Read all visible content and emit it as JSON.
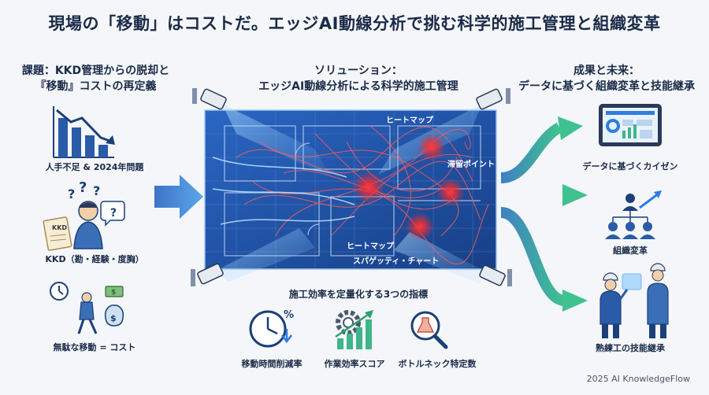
{
  "title": "現場の「移動」はコストだ。エッジAI動線分析で挑む科学的施工管理と組織変革",
  "left": {
    "heading_line1": "課題：KKD管理からの脱却と",
    "heading_line2": "『移動』コストの再定義",
    "items": [
      {
        "label": "人手不足 & 2024年問題",
        "icon": "declining-bar-chart-icon"
      },
      {
        "label": "KKD（勘・経験・度胸）",
        "icon": "confused-worker-icon"
      },
      {
        "label": "無駄な移動 = コスト",
        "icon": "walking-worker-money-icon"
      }
    ]
  },
  "center": {
    "heading_line1": "ソリューション：",
    "heading_line2": "エッジAI動線分析による科学的施工管理",
    "blueprint_labels": {
      "heatmap_top": "ヒートマップ",
      "dwell_point": "滞留ポイント",
      "heatmap_bottom": "ヒートマップ",
      "spaghetti": "スパゲッティ・チャート"
    },
    "kpi_heading": "施工効率を定量化する3つの指標",
    "kpis": [
      {
        "label": "移動時間削減率",
        "icon": "clock-percent-icon"
      },
      {
        "label": "作業効率スコア",
        "icon": "gear-growth-chart-icon"
      },
      {
        "label": "ボトルネック特定数",
        "icon": "magnifier-flask-icon"
      }
    ]
  },
  "right": {
    "heading_line1": "成果と未来：",
    "heading_line2": "データに基づく組織変革と技能継承",
    "items": [
      {
        "label": "データに基づくカイゼン",
        "icon": "dashboard-tablet-icon"
      },
      {
        "label": "組織変革",
        "icon": "org-chart-icon"
      },
      {
        "label": "熟練工の技能継承",
        "icon": "veteran-teaching-worker-icon"
      }
    ]
  },
  "footer": "2025 AI KnowledgeFlow",
  "colors": {
    "navy": "#1c3f7a",
    "accent_blue": "#2f7de1",
    "green": "#3fb58a",
    "heat_red": "#ff2a2a"
  }
}
